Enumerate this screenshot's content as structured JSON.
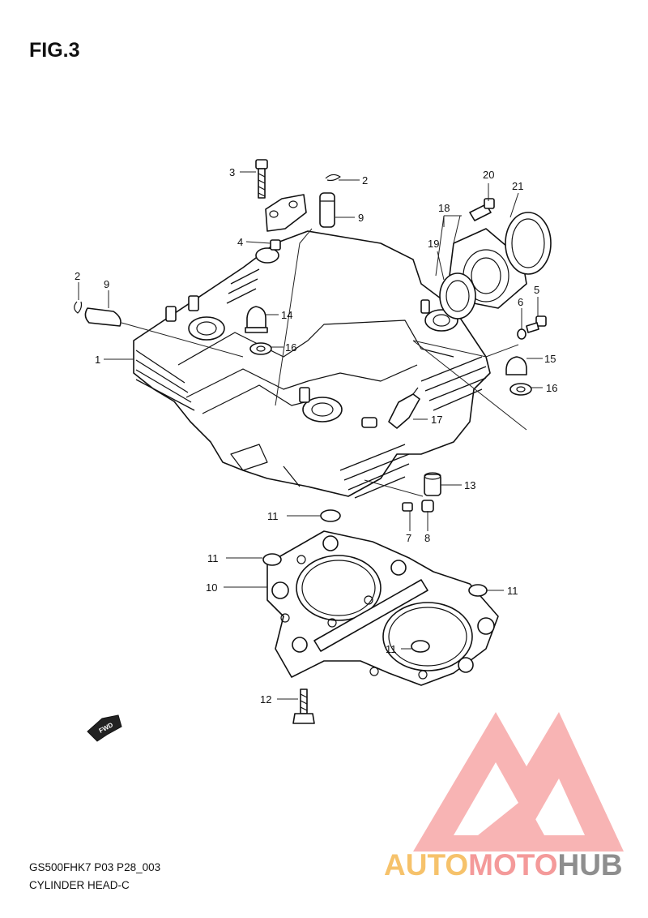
{
  "figure": {
    "title": "FIG.3"
  },
  "callouts": [
    {
      "id": "c3",
      "text": "3"
    },
    {
      "id": "c2a",
      "text": "2"
    },
    {
      "id": "c9a",
      "text": "9"
    },
    {
      "id": "c4",
      "text": "4"
    },
    {
      "id": "c2b",
      "text": "2"
    },
    {
      "id": "c9b",
      "text": "9"
    },
    {
      "id": "c1",
      "text": "1"
    },
    {
      "id": "c14",
      "text": "14"
    },
    {
      "id": "c16a",
      "text": "16"
    },
    {
      "id": "c20",
      "text": "20"
    },
    {
      "id": "c21",
      "text": "21"
    },
    {
      "id": "c18",
      "text": "18"
    },
    {
      "id": "c19",
      "text": "19"
    },
    {
      "id": "c5",
      "text": "5"
    },
    {
      "id": "c6",
      "text": "6"
    },
    {
      "id": "c15",
      "text": "15"
    },
    {
      "id": "c16b",
      "text": "16"
    },
    {
      "id": "c17",
      "text": "17"
    },
    {
      "id": "c13",
      "text": "13"
    },
    {
      "id": "c11a",
      "text": "11"
    },
    {
      "id": "c7",
      "text": "7"
    },
    {
      "id": "c8",
      "text": "8"
    },
    {
      "id": "c11b",
      "text": "11"
    },
    {
      "id": "c10",
      "text": "10"
    },
    {
      "id": "c11c",
      "text": "11"
    },
    {
      "id": "c11d",
      "text": "11"
    },
    {
      "id": "c12",
      "text": "12"
    }
  ],
  "fwd_label": "FWD",
  "footer": {
    "code": "GS500FHK7 P03 P28_003",
    "name": "CYLINDER HEAD-C"
  },
  "watermark": {
    "part1": "AUTO",
    "part2": "MOTO",
    "part3": "HUB"
  },
  "colors": {
    "watermark_red": "#f49a9a",
    "watermark_yellow": "#f6c26b",
    "watermark_gray": "#8e8e8e"
  }
}
